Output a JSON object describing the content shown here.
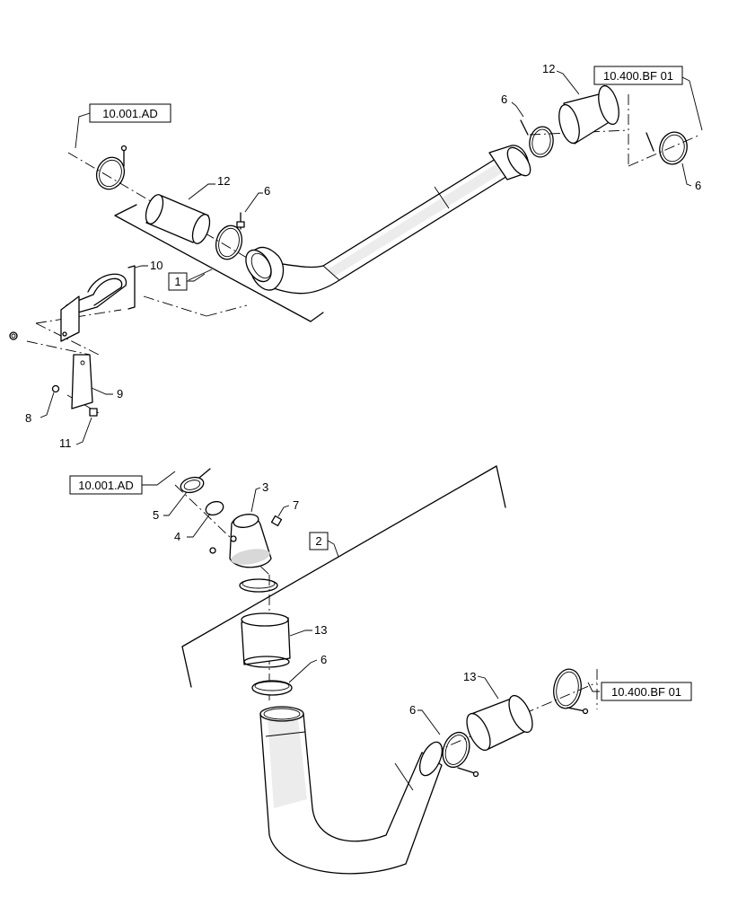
{
  "references": {
    "ref_top_left": "10.001.AD",
    "ref_top_right": "10.400.BF 01",
    "ref_mid_left": "10.001.AD",
    "ref_bottom_right": "10.400.BF 01"
  },
  "groups": {
    "group_1": "1",
    "group_2": "2"
  },
  "callouts": {
    "c12_top_right": "12",
    "c6_top_right_upper": "6",
    "c6_far_right": "6",
    "c12_top_left": "12",
    "c6_top_left": "6",
    "c10": "10",
    "c9": "9",
    "c8": "8",
    "c11": "11",
    "c3": "3",
    "c7": "7",
    "c5": "5",
    "c4": "4",
    "c13_mid": "13",
    "c6_mid": "6",
    "c13_bottom_right": "13",
    "c6_bottom_right": "6"
  }
}
